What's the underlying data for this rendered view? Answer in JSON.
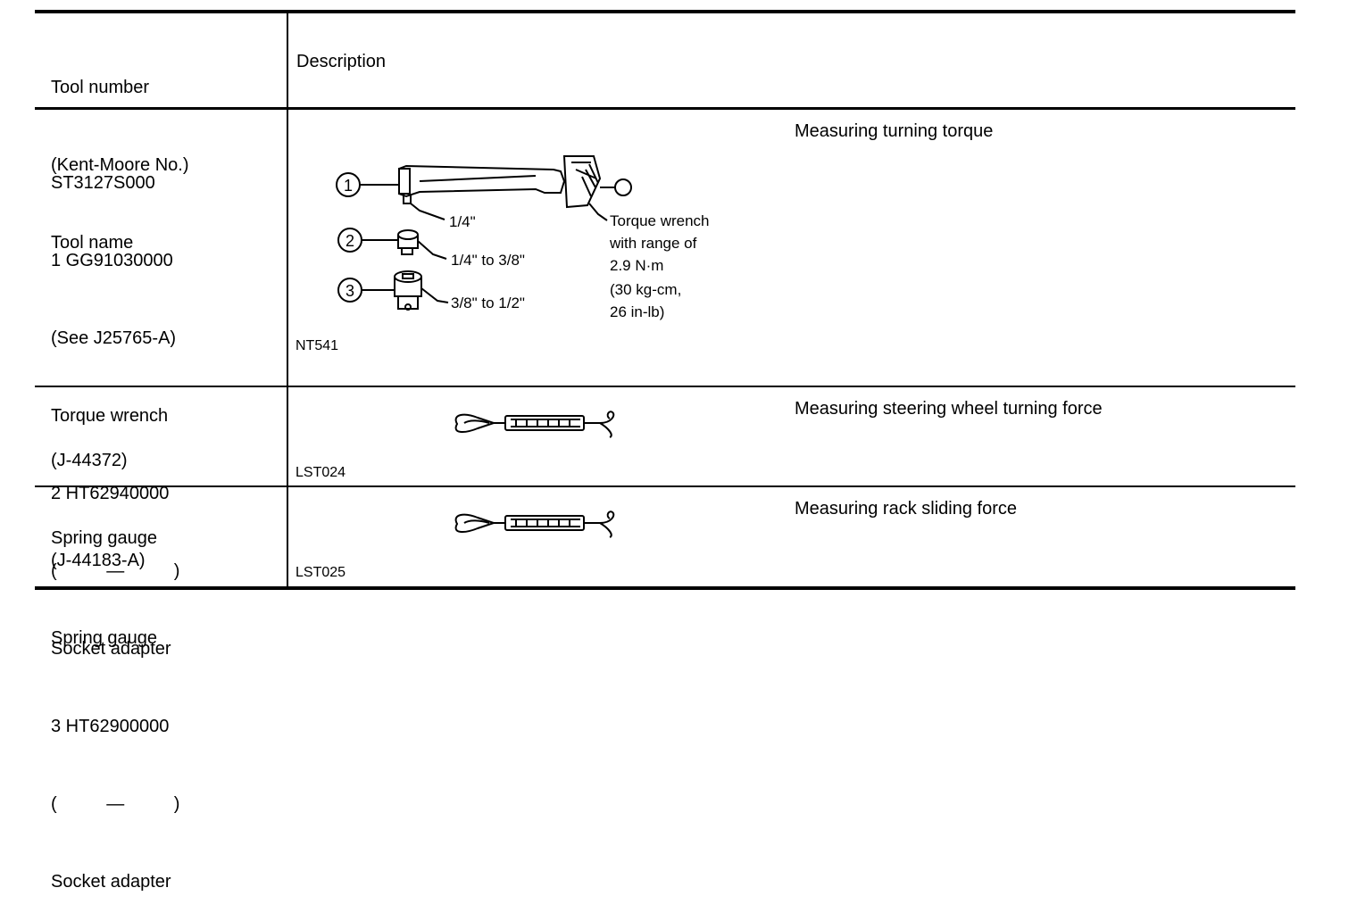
{
  "header": {
    "tool_lines": [
      "Tool number",
      "(Kent-Moore No.)",
      "Tool name"
    ],
    "description": "Description"
  },
  "rows": [
    {
      "tool_lines": [
        "ST3127S000",
        "1 GG91030000",
        "(See J25765-A)",
        "Torque wrench",
        "2 HT62940000",
        "(          —          )",
        "Socket adapter",
        "3 HT62900000",
        "(          —          )",
        "Socket adapter"
      ],
      "figure_code": "NT541",
      "usage": "Measuring turning torque",
      "figure": {
        "markers": [
          "1",
          "2",
          "3"
        ],
        "callouts": [
          "1/4\"",
          "1/4\" to 3/8\"",
          "3/8\" to 1/2\""
        ],
        "note_lines": [
          "Torque wrench",
          "with range of",
          "2.9 N·m",
          "(30 kg-cm,",
          "26 in-lb)"
        ]
      }
    },
    {
      "tool_lines": [
        "(J-44372)",
        "Spring gauge"
      ],
      "figure_code": "LST024",
      "usage": "Measuring steering wheel turning force"
    },
    {
      "tool_lines": [
        "(J-44183-A)",
        "Spring gauge"
      ],
      "figure_code": "LST025",
      "usage": "Measuring rack sliding force"
    }
  ]
}
